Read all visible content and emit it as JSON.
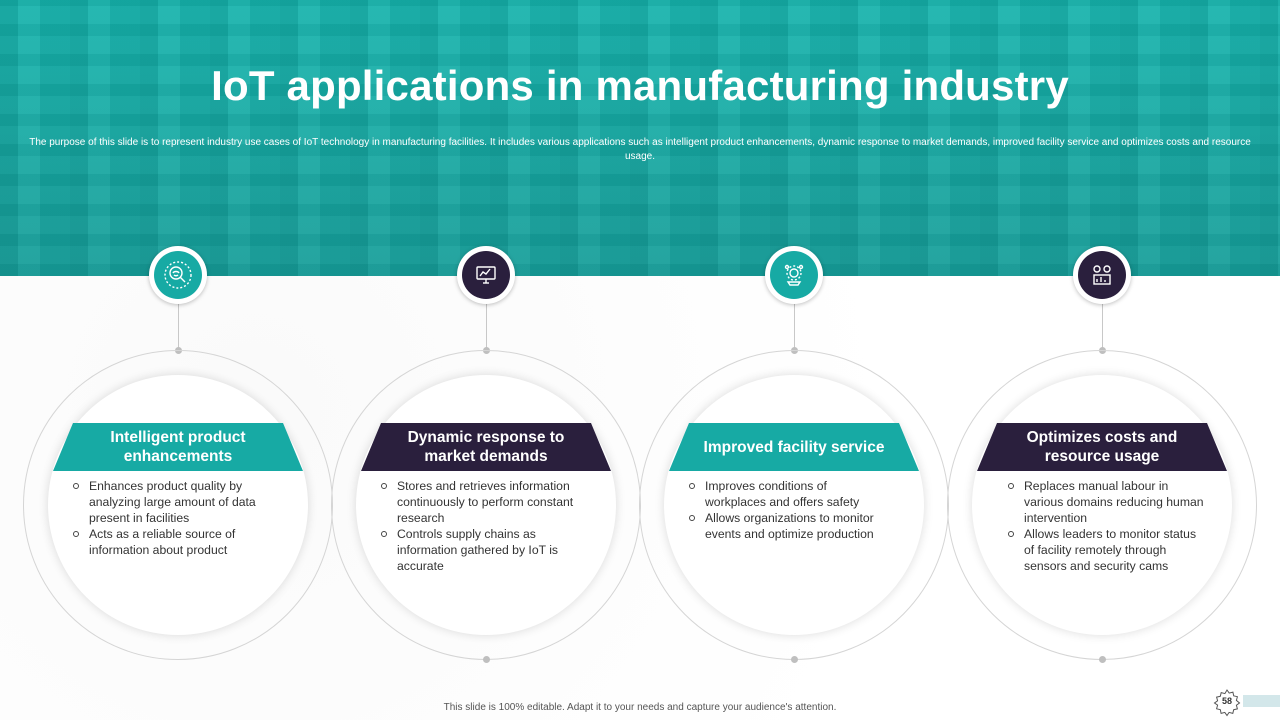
{
  "header": {
    "title": "IoT applications in manufacturing industry",
    "subtitle": "The purpose of this slide is to represent industry use cases of IoT technology in manufacturing facilities. It includes various applications such as intelligent product enhancements, dynamic response to market demands, improved facility service and optimizes costs and resource usage."
  },
  "cards": [
    {
      "title": "Intelligent product enhancements",
      "style": "teal",
      "icon": "brain-magnifier-icon",
      "bullets": [
        "Enhances product quality by analyzing large amount of data present in facilities",
        "Acts as a reliable source of information about product"
      ]
    },
    {
      "title": "Dynamic response to market demands",
      "style": "navy",
      "icon": "monitor-analytics-icon",
      "bullets": [
        "Stores and retrieves information continuously to perform constant research",
        "Controls supply chains as information gathered by IoT is accurate"
      ]
    },
    {
      "title": "Improved facility service",
      "style": "teal",
      "icon": "gear-hand-icon",
      "bullets": [
        "Improves conditions of workplaces and offers safety",
        "Allows organizations to monitor events and optimize production"
      ]
    },
    {
      "title": "Optimizes costs and resource usage",
      "style": "navy",
      "icon": "gears-chart-icon",
      "bullets": [
        "Replaces manual labour in various domains reducing human intervention",
        "Allows leaders to monitor status of facility remotely through sensors and security cams"
      ]
    }
  ],
  "footer": {
    "note": "This slide is 100% editable. Adapt it to your needs and capture your audience's attention.",
    "page_number": "58"
  },
  "colors": {
    "teal": "#17aaa4",
    "navy": "#2a1f3d"
  }
}
